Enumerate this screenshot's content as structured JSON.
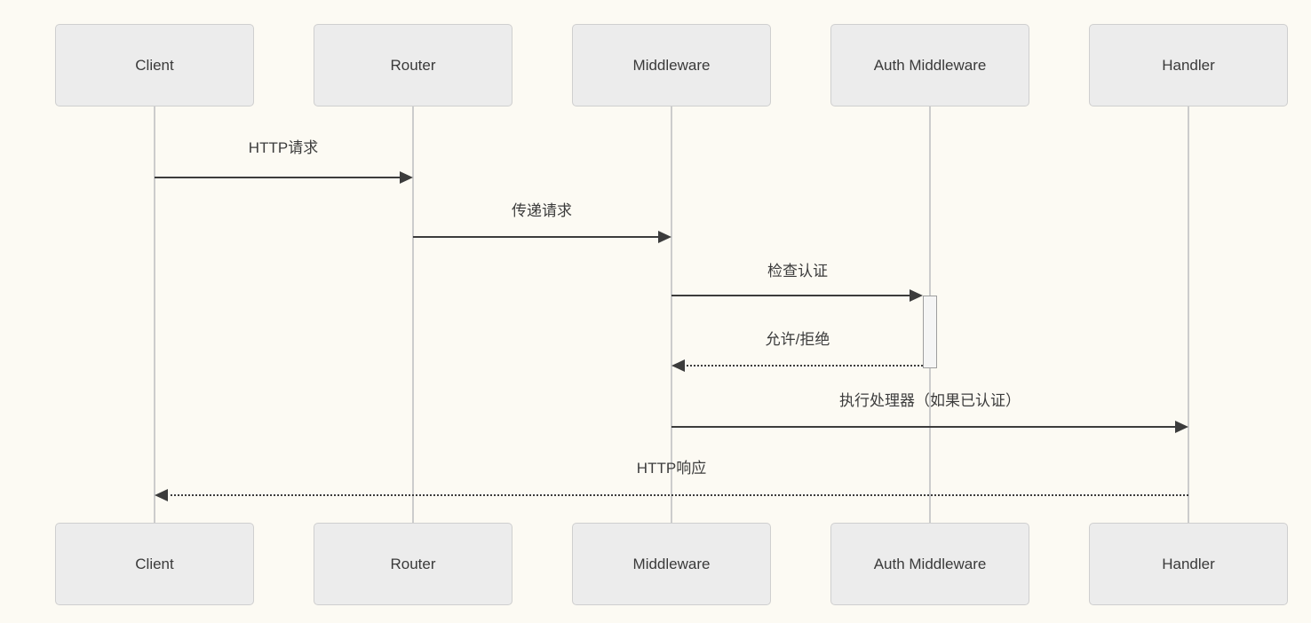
{
  "diagram": {
    "type": "sequence",
    "actors": [
      {
        "id": "client",
        "label": "Client"
      },
      {
        "id": "router",
        "label": "Router"
      },
      {
        "id": "middleware",
        "label": "Middleware"
      },
      {
        "id": "auth-middleware",
        "label": "Auth Middleware"
      },
      {
        "id": "handler",
        "label": "Handler"
      }
    ],
    "messages": [
      {
        "from": "Client",
        "to": "Router",
        "label": "HTTP请求",
        "line": "solid"
      },
      {
        "from": "Router",
        "to": "Middleware",
        "label": "传递请求",
        "line": "solid"
      },
      {
        "from": "Middleware",
        "to": "Auth Middleware",
        "label": "检查认证",
        "line": "solid",
        "activates": true
      },
      {
        "from": "Auth Middleware",
        "to": "Middleware",
        "label": "允许/拒绝",
        "line": "dotted"
      },
      {
        "from": "Middleware",
        "to": "Handler",
        "label": "执行处理器（如果已认证）",
        "line": "solid"
      },
      {
        "from": "Handler",
        "to": "Client",
        "label": "HTTP响应",
        "line": "dotted"
      }
    ],
    "colors": {
      "background": "#FCFAF3",
      "actor_fill": "#ECECEC",
      "actor_border": "#CFCFCF",
      "actor_text": "#3A3A3A",
      "lifeline": "#CCCCCC",
      "arrow": "#3C3C3C",
      "message_text": "#3C3C3C",
      "activation_fill": "#F5F5F5",
      "activation_border": "#9E9E9E"
    }
  }
}
